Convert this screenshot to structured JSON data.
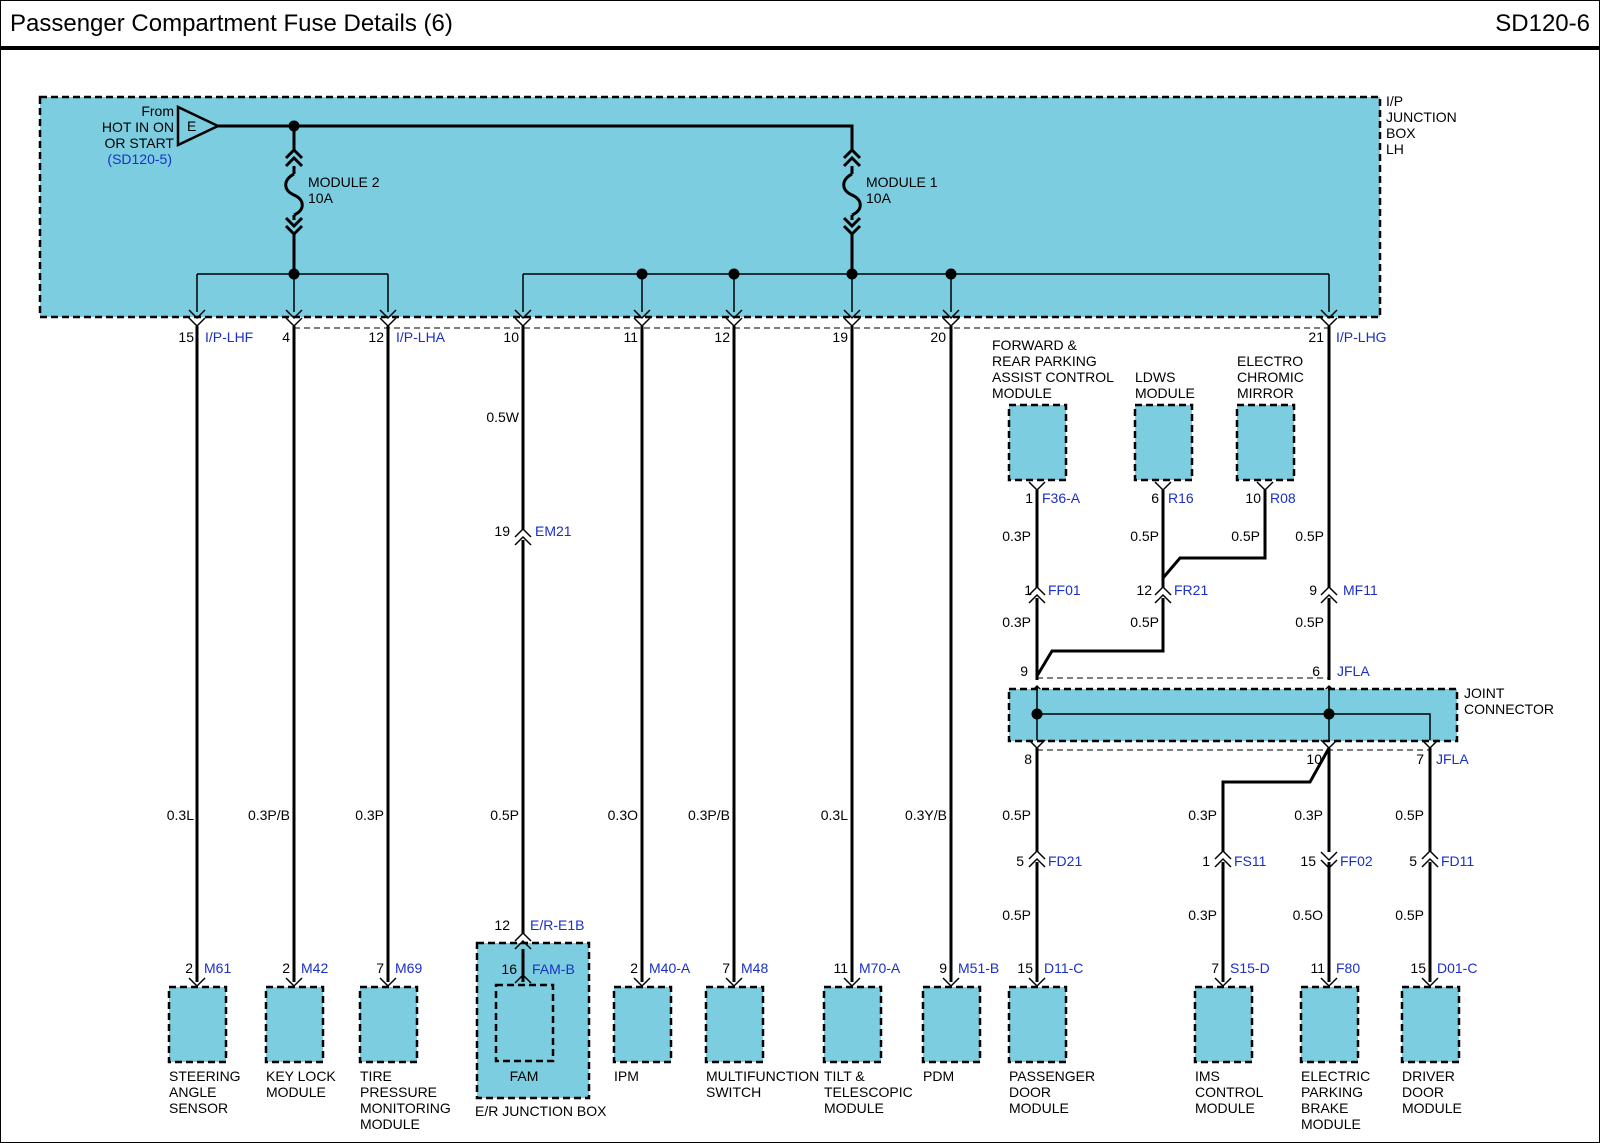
{
  "header": {
    "title": "Passenger Compartment Fuse Details (6)",
    "page_id": "SD120-6"
  },
  "ip_box": {
    "label": [
      "I/P",
      "JUNCTION",
      "BOX",
      "LH"
    ]
  },
  "source": {
    "lines": [
      "From",
      "HOT IN ON",
      "OR START"
    ],
    "ref": "(SD120-5)",
    "letter": "E"
  },
  "fuses": [
    {
      "name": "MODULE 2",
      "rating": "10A"
    },
    {
      "name": "MODULE 1",
      "rating": "10A"
    }
  ],
  "ip_pins": [
    {
      "pin": "15",
      "conn": "I/P-LHF"
    },
    {
      "pin": "4",
      "conn": ""
    },
    {
      "pin": "12",
      "conn": "I/P-LHA"
    },
    {
      "pin": "10",
      "conn": ""
    },
    {
      "pin": "11",
      "conn": ""
    },
    {
      "pin": "12",
      "conn": ""
    },
    {
      "pin": "19",
      "conn": ""
    },
    {
      "pin": "20",
      "conn": ""
    },
    {
      "pin": "21",
      "conn": "I/P-LHG"
    }
  ],
  "wire_colors": {
    "steering": "0.3L",
    "keylock": "0.3P/B",
    "tpms": "0.3P",
    "fam_top": "0.5W",
    "fam_bot": "0.5P",
    "ipm": "0.3O",
    "mfs": "0.3P/B",
    "tilt": "0.3L",
    "pdm": "0.3Y/B",
    "fwd_a": "0.3P",
    "fwd_b": "0.3P",
    "ldws_a": "0.5P",
    "ldws_b": "0.5P",
    "ecm": "0.5P",
    "mf11_a": "0.5P",
    "mf11_b": "0.5P",
    "pdoor_a": "0.5P",
    "pdoor_b": "0.5P",
    "ims_a": "0.3P",
    "ims_b": "0.3P",
    "epb_a": "0.3P",
    "epb_b": "0.5O",
    "ddoor_a": "0.5P",
    "ddoor_b": "0.5P"
  },
  "inline": {
    "em21": {
      "pin": "19",
      "conn": "EM21"
    },
    "ff01": {
      "pin": "1",
      "conn": "FF01"
    },
    "fr21": {
      "pin": "12",
      "conn": "FR21"
    },
    "mf11": {
      "pin": "9",
      "conn": "MF11"
    },
    "fd21": {
      "pin": "5",
      "conn": "FD21"
    },
    "fs11": {
      "pin": "1",
      "conn": "FS11"
    },
    "ff02": {
      "pin": "15",
      "conn": "FF02"
    },
    "fd11": {
      "pin": "5",
      "conn": "FD11"
    }
  },
  "joint": {
    "label": [
      "JOINT",
      "CONNECTOR"
    ],
    "conn": "JFLA",
    "pins": {
      "in_left": "9",
      "in_right": "6",
      "out_left": "8",
      "out_mid": "10",
      "out_right": "7"
    }
  },
  "er_box": {
    "label": "E/R JUNCTION BOX",
    "pin": "12",
    "conn": "E/R-E1B",
    "fam_pin": "16",
    "fam_conn": "FAM-B",
    "fam_name": "FAM"
  },
  "top_modules": [
    {
      "pin": "1",
      "conn": "F36-A",
      "lines": [
        "FORWARD &",
        "REAR PARKING",
        "ASSIST CONTROL",
        "MODULE"
      ]
    },
    {
      "pin": "6",
      "conn": "R16",
      "lines": [
        "LDWS",
        "MODULE"
      ]
    },
    {
      "pin": "10",
      "conn": "R08",
      "lines": [
        "ELECTRO",
        "CHROMIC",
        "MIRROR"
      ]
    }
  ],
  "bottom_modules": [
    {
      "pin": "2",
      "conn": "M61",
      "lines": [
        "STEERING",
        "ANGLE",
        "SENSOR"
      ]
    },
    {
      "pin": "2",
      "conn": "M42",
      "lines": [
        "KEY LOCK",
        "MODULE"
      ]
    },
    {
      "pin": "7",
      "conn": "M69",
      "lines": [
        "TIRE",
        "PRESSURE",
        "MONITORING",
        "MODULE"
      ]
    },
    {
      "pin": "2",
      "conn": "M40-A",
      "lines": [
        "IPM"
      ]
    },
    {
      "pin": "7",
      "conn": "M48",
      "lines": [
        "MULTIFUNCTION",
        "SWITCH"
      ]
    },
    {
      "pin": "11",
      "conn": "M70-A",
      "lines": [
        "TILT &",
        "TELESCOPIC",
        "MODULE"
      ]
    },
    {
      "pin": "9",
      "conn": "M51-B",
      "lines": [
        "PDM"
      ]
    },
    {
      "pin": "15",
      "conn": "D11-C",
      "lines": [
        "PASSENGER",
        "DOOR",
        "MODULE"
      ]
    },
    {
      "pin": "7",
      "conn": "S15-D",
      "lines": [
        "IMS",
        "CONTROL",
        "MODULE"
      ]
    },
    {
      "pin": "11",
      "conn": "F80",
      "lines": [
        "ELECTRIC",
        "PARKING",
        "BRAKE",
        "MODULE"
      ]
    },
    {
      "pin": "15",
      "conn": "D01-C",
      "lines": [
        "DRIVER",
        "DOOR",
        "MODULE"
      ]
    }
  ]
}
